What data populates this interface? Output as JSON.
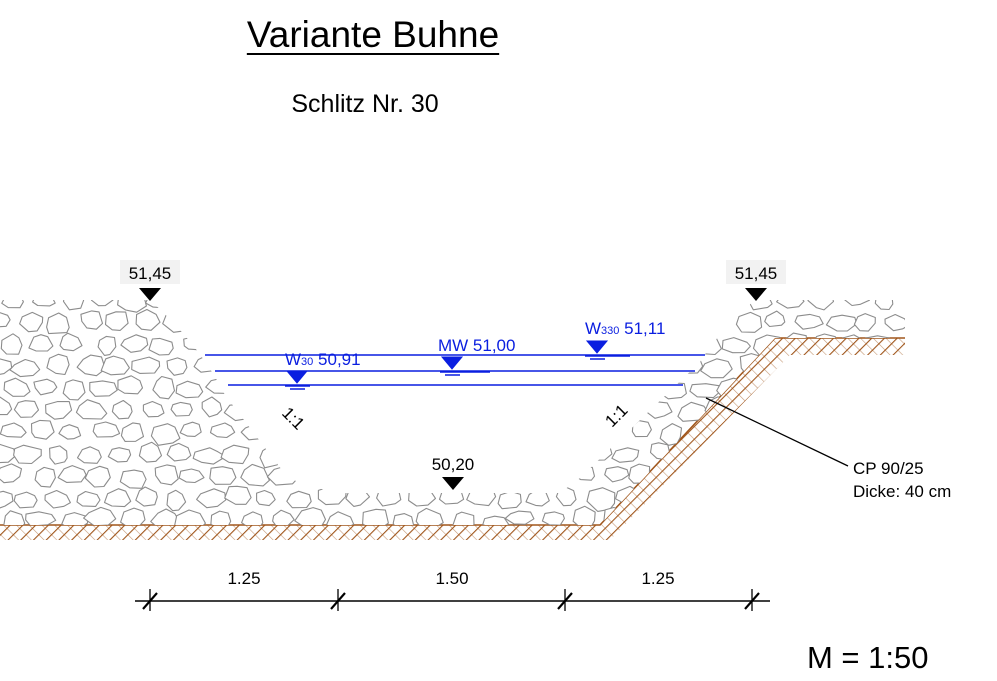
{
  "title": "Variante Buhne",
  "subtitle": "Schlitz Nr. 30",
  "levels": {
    "crest_left": "51,45",
    "crest_right": "51,45",
    "bottom": "50,20"
  },
  "water_levels": {
    "w30": {
      "label": "W",
      "sub": "30",
      "value": "50,91"
    },
    "mw": {
      "label": "MW 51,00"
    },
    "w330": {
      "label": "W",
      "sub": "330",
      "value": "51,11"
    },
    "color": "#0a1ee0"
  },
  "slopes": {
    "left": "1:1",
    "right": "1:1"
  },
  "callout": {
    "line1": "CP 90/25",
    "line2": "Dicke: 40 cm"
  },
  "dimensions": [
    "1.25",
    "1.50",
    "1.25"
  ],
  "scale": "M = 1:50",
  "colors": {
    "ground": "#a0561c",
    "stones": "#8c8c8c",
    "water": "#0a1ee0"
  }
}
